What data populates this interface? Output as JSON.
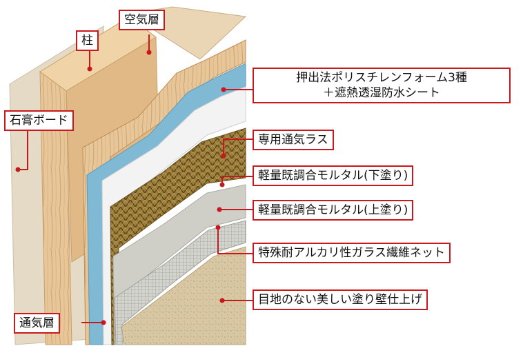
{
  "labels": {
    "air_layer_top": "空気層",
    "pillar": "柱",
    "gypsum_board": "石膏ボード",
    "insulation_line1": "押出法ポリスチレンフォーム3種",
    "insulation_line2": "＋遮熱透湿防水シート",
    "lath": "専用通気ラス",
    "mortar_under": "軽量既調合モルタル(下塗り)",
    "mortar_top": "軽量既調合モルタル(上塗り)",
    "glass_mesh": "特殊耐アルカリ性ガラス繊維ネット",
    "finish": "目地のない美しい塗り壁仕上げ",
    "air_layer_bottom": "通気層"
  },
  "colors": {
    "callout_border": "#c8181e",
    "leader_line": "#c8181e",
    "dot": "#c8181e",
    "wood": "#e7c69a",
    "board": "#e6dcc8",
    "insulation": "#7fb9d4",
    "sheet": "#f1f1f1",
    "lath": "#8a6d2e",
    "mortar": "#cfcfc8",
    "finish": "#d6c6a4"
  }
}
